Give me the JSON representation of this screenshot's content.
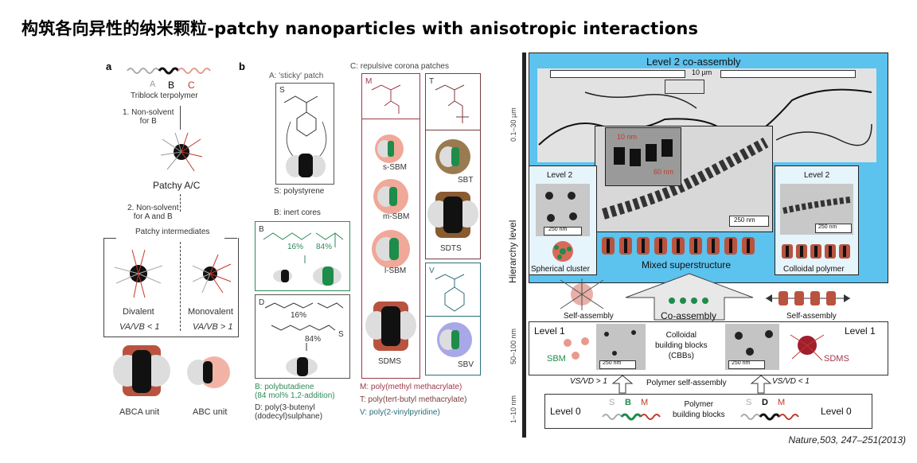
{
  "title": "构筑各向异性的纳米颗粒-patchy nanoparticles with anisotropic interactions",
  "citation": "Nature,503, 247–251(2013)",
  "panel_a": {
    "label": "a",
    "chain_letters": [
      "A",
      "B",
      "C"
    ],
    "terpolymer": "Triblock terpolymer",
    "step1": "1. Non-solvent\nfor B",
    "patchy": "Patchy A/C",
    "step2": "2. Non-solvent\nfor A and B",
    "intermediates": "Patchy intermediates",
    "divalent": "Divalent",
    "monovalent": "Monovalent",
    "ratio_div": "VA/VB < 1",
    "ratio_mono": "VA/VB > 1",
    "unit_div": "ABCA unit",
    "unit_mono": "ABC unit"
  },
  "panel_b": {
    "label": "b",
    "sticky": "A: 'sticky' patch",
    "S": "S",
    "polystyrene": "S: polystyrene",
    "inert": "B: inert cores",
    "B": "B",
    "p16": "16%",
    "p84": "84%",
    "D": "D",
    "d16": "16%",
    "d84": "84%",
    "S_end": "S",
    "legend_B": "B: polybutadiene\n(84 mol% 1,2-addition)",
    "legend_D": "D: poly(3-butenyl\n(dodecyl)sulphane)",
    "corona": "C: repulsive corona patches",
    "M": "M",
    "T": "T",
    "V": "V",
    "sSB": "s-SBM",
    "mSB": "m-SBM",
    "lSB": "l-SBM",
    "SDMS": "SDMS",
    "SBT": "SBT",
    "SDTS": "SDTS",
    "SBV": "SBV",
    "legend_M": "M: poly(methyl methacrylate)",
    "legend_T": "T: poly(tert-butyl methacrylate)",
    "legend_V": "V: poly(2-vinylpyridine)"
  },
  "panel_c": {
    "level2_title": "Level 2 co-assembly",
    "scale_10um": "10 µm",
    "inset_10nm": "10 nm",
    "inset_60nm": "60 nm",
    "scale_250_main": "250 nm",
    "left_level2": "Level 2",
    "left_scale": "250 nm",
    "spherical": "Spherical cluster",
    "right_level2": "Level 2",
    "right_scale": "250 nm",
    "colloidal": "Colloidal polymer",
    "mixed": "Mixed superstructure",
    "self_assembly_left": "Self-assembly",
    "co_assembly": "Co-assembly",
    "self_assembly_right": "Self-assembly",
    "level1_left": "Level 1",
    "level1_right": "Level 1",
    "sbm": "SBM",
    "sdms": "SDMS",
    "scale_250_a": "250 nm",
    "scale_250_b": "250 nm",
    "cbb": "Colloidal\nbuilding blocks\n(CBBs)",
    "ratio_left": "VS/VD > 1",
    "poly_self": "Polymer self-assembly",
    "ratio_right": "VS/VD < 1",
    "level0_left": "Level 0",
    "level0_right": "Level 0",
    "pbb": "Polymer\nbuilding blocks",
    "l0_letters": [
      "S",
      "B",
      "M",
      "S",
      "D",
      "M"
    ],
    "axis_title": "Hierarchy level",
    "axis_ticks": [
      "0.1–30 µm",
      "50–100 nm",
      "1–10 nm"
    ]
  },
  "colors": {
    "sky": "#5cc2ee",
    "red": "#c0392b",
    "green": "#1e8c4a",
    "black": "#111111"
  }
}
